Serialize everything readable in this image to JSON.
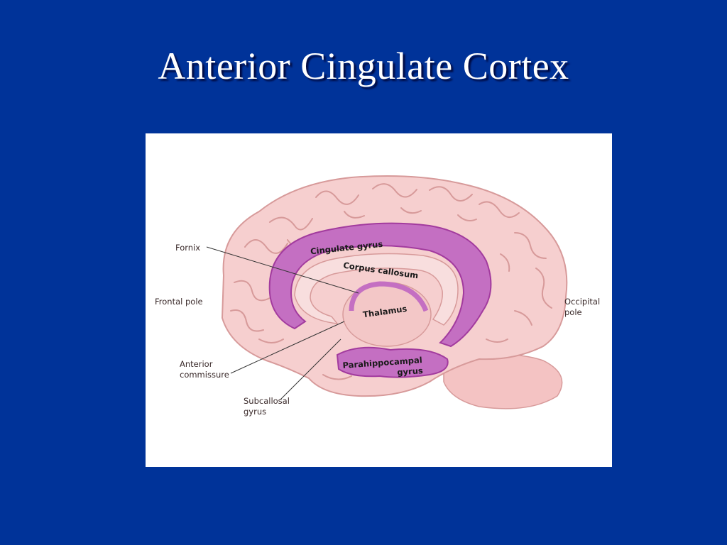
{
  "slide": {
    "title": "Anterior Cingulate Cortex",
    "background_color": "#003399"
  },
  "figure": {
    "labels": {
      "fornix": "Fornix",
      "frontal_pole": "Frontal pole",
      "anterior_commissure_1": "Anterior",
      "anterior_commissure_2": "commissure",
      "subcallosal_1": "Subcallosal",
      "subcallosal_2": "gyrus",
      "occipital_1": "Occipital",
      "occipital_2": "pole",
      "cingulate_gyrus": "Cingulate gyrus",
      "corpus_callosum": "Corpus callosum",
      "thalamus": "Thalamus",
      "parahippocampal_1": "Parahippocampal",
      "parahippocampal_2": "gyrus"
    },
    "colors": {
      "cortex": "#f6cfcf",
      "gyri_line": "#d79a9a",
      "limbic": "#c46fc2",
      "limbic_dark": "#a23b9e"
    }
  }
}
